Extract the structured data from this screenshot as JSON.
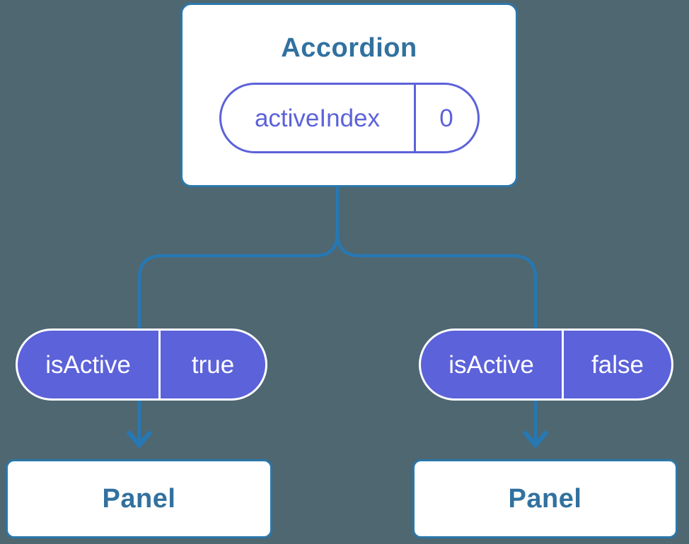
{
  "diagram": {
    "description": "Component tree diagram: Accordion root holding state, passing isActive props to two Panel children",
    "root": {
      "title": "Accordion",
      "state_pill": {
        "name": "activeIndex",
        "value": "0"
      }
    },
    "children": [
      {
        "prop_pill": {
          "name": "isActive",
          "value": "true"
        },
        "node": {
          "title": "Panel"
        }
      },
      {
        "prop_pill": {
          "name": "isActive",
          "value": "false"
        },
        "node": {
          "title": "Panel"
        }
      }
    ],
    "colors": {
      "background": "#4e6771",
      "connector_blue": "#2778b3",
      "node_border_blue": "#2b77ab",
      "node_title_blue": "#31719f",
      "pill_purple": "#5c62d9",
      "pill_text_on_purple": "#ffffff",
      "card_background": "#ffffff"
    }
  }
}
